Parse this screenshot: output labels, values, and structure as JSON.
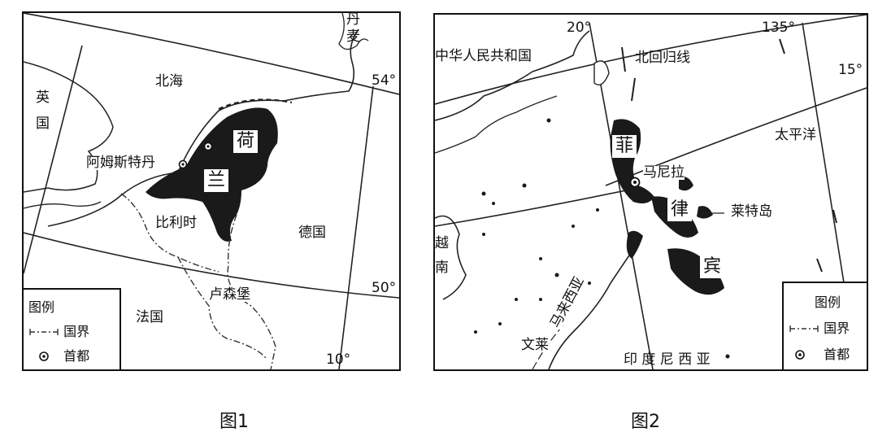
{
  "map1": {
    "labels": {
      "denmark": "丹麦",
      "north_sea": "北海",
      "uk": "英国",
      "amsterdam": "阿姆斯特丹",
      "netherlands_1": "荷",
      "netherlands_2": "兰",
      "belgium": "比利时",
      "germany": "德国",
      "luxembourg": "卢森堡",
      "france": "法国",
      "lat54": "54°",
      "lat50": "50°",
      "lon10": "10°"
    },
    "legend": {
      "title": "图例",
      "border": "国界",
      "capital": "首都"
    },
    "caption": "图1"
  },
  "map2": {
    "labels": {
      "china": "中华人民共和国",
      "lon20": "20°",
      "tropic": "北回归线",
      "lon135": "135°",
      "lat15": "15°",
      "pacific": "太平洋",
      "philippines_1": "菲",
      "manila": "马尼拉",
      "philippines_2": "律",
      "leyte": "莱特岛",
      "philippines_3": "宾",
      "vietnam": "越南",
      "malaysia": "马来西亚",
      "brunei": "文莱",
      "indonesia": "印 度 尼 西 亚"
    },
    "legend": {
      "title": "图例",
      "border": "国界",
      "capital": "首都"
    },
    "caption": "图2"
  }
}
